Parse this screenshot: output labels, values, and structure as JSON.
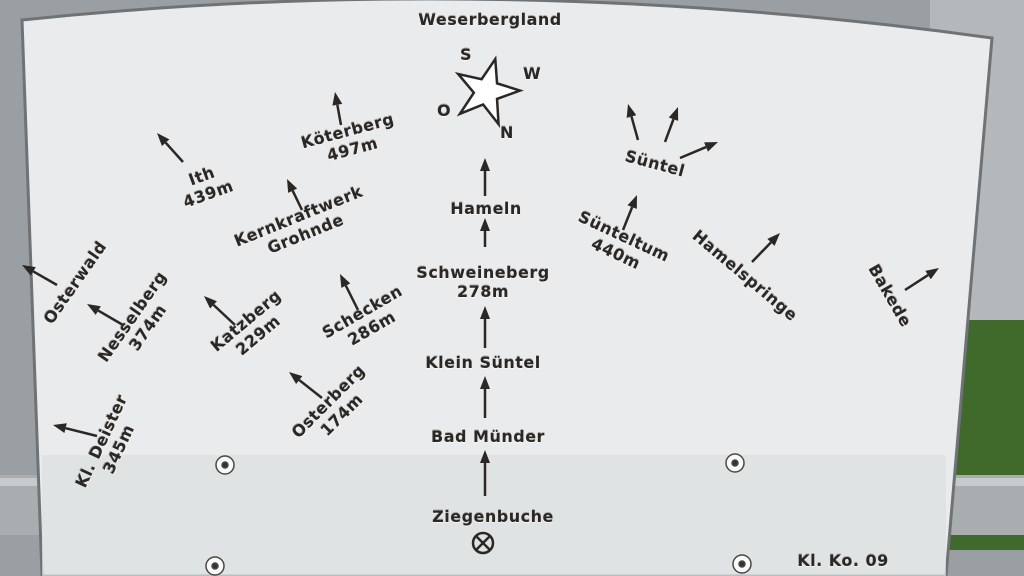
{
  "sign": {
    "title": "Weserbergland",
    "compass": {
      "S": "S",
      "W": "W",
      "O": "O",
      "N": "N"
    },
    "labels": {
      "koeterberg": [
        "Köterberg",
        "497m"
      ],
      "ith": [
        "Ith",
        "439m"
      ],
      "kernkraftwerk": [
        "Kernkraftwerk",
        "Grohnde"
      ],
      "osterwald": [
        "Osterwald"
      ],
      "nesselberg": [
        "Nesselberg",
        "374m"
      ],
      "katzberg": [
        "Katzberg",
        "229m"
      ],
      "schecken": [
        "Schecken",
        "286m"
      ],
      "osterberg": [
        "Osterberg",
        "174m"
      ],
      "kl_deister": [
        "Kl. Deister",
        "345m"
      ],
      "hameln": [
        "Hameln"
      ],
      "schweineberg": [
        "Schweineberg",
        "278m"
      ],
      "klein_suentel": [
        "Klein Süntel"
      ],
      "bad_muender": [
        "Bad Münder"
      ],
      "ziegenbuche": [
        "Ziegenbuche"
      ],
      "suentel": [
        "Süntel"
      ],
      "suentelturm": [
        "Sünteltum",
        "440m"
      ],
      "hamelspringe": [
        "Hamelspringe"
      ],
      "bakede": [
        "Bakede"
      ]
    },
    "plate_id": "Kl. Ko. 09",
    "colors": {
      "plate": "#e9ebec",
      "engraving": "#2b2724",
      "frame": "#8d9194",
      "grass": "#3f6a2c"
    }
  }
}
